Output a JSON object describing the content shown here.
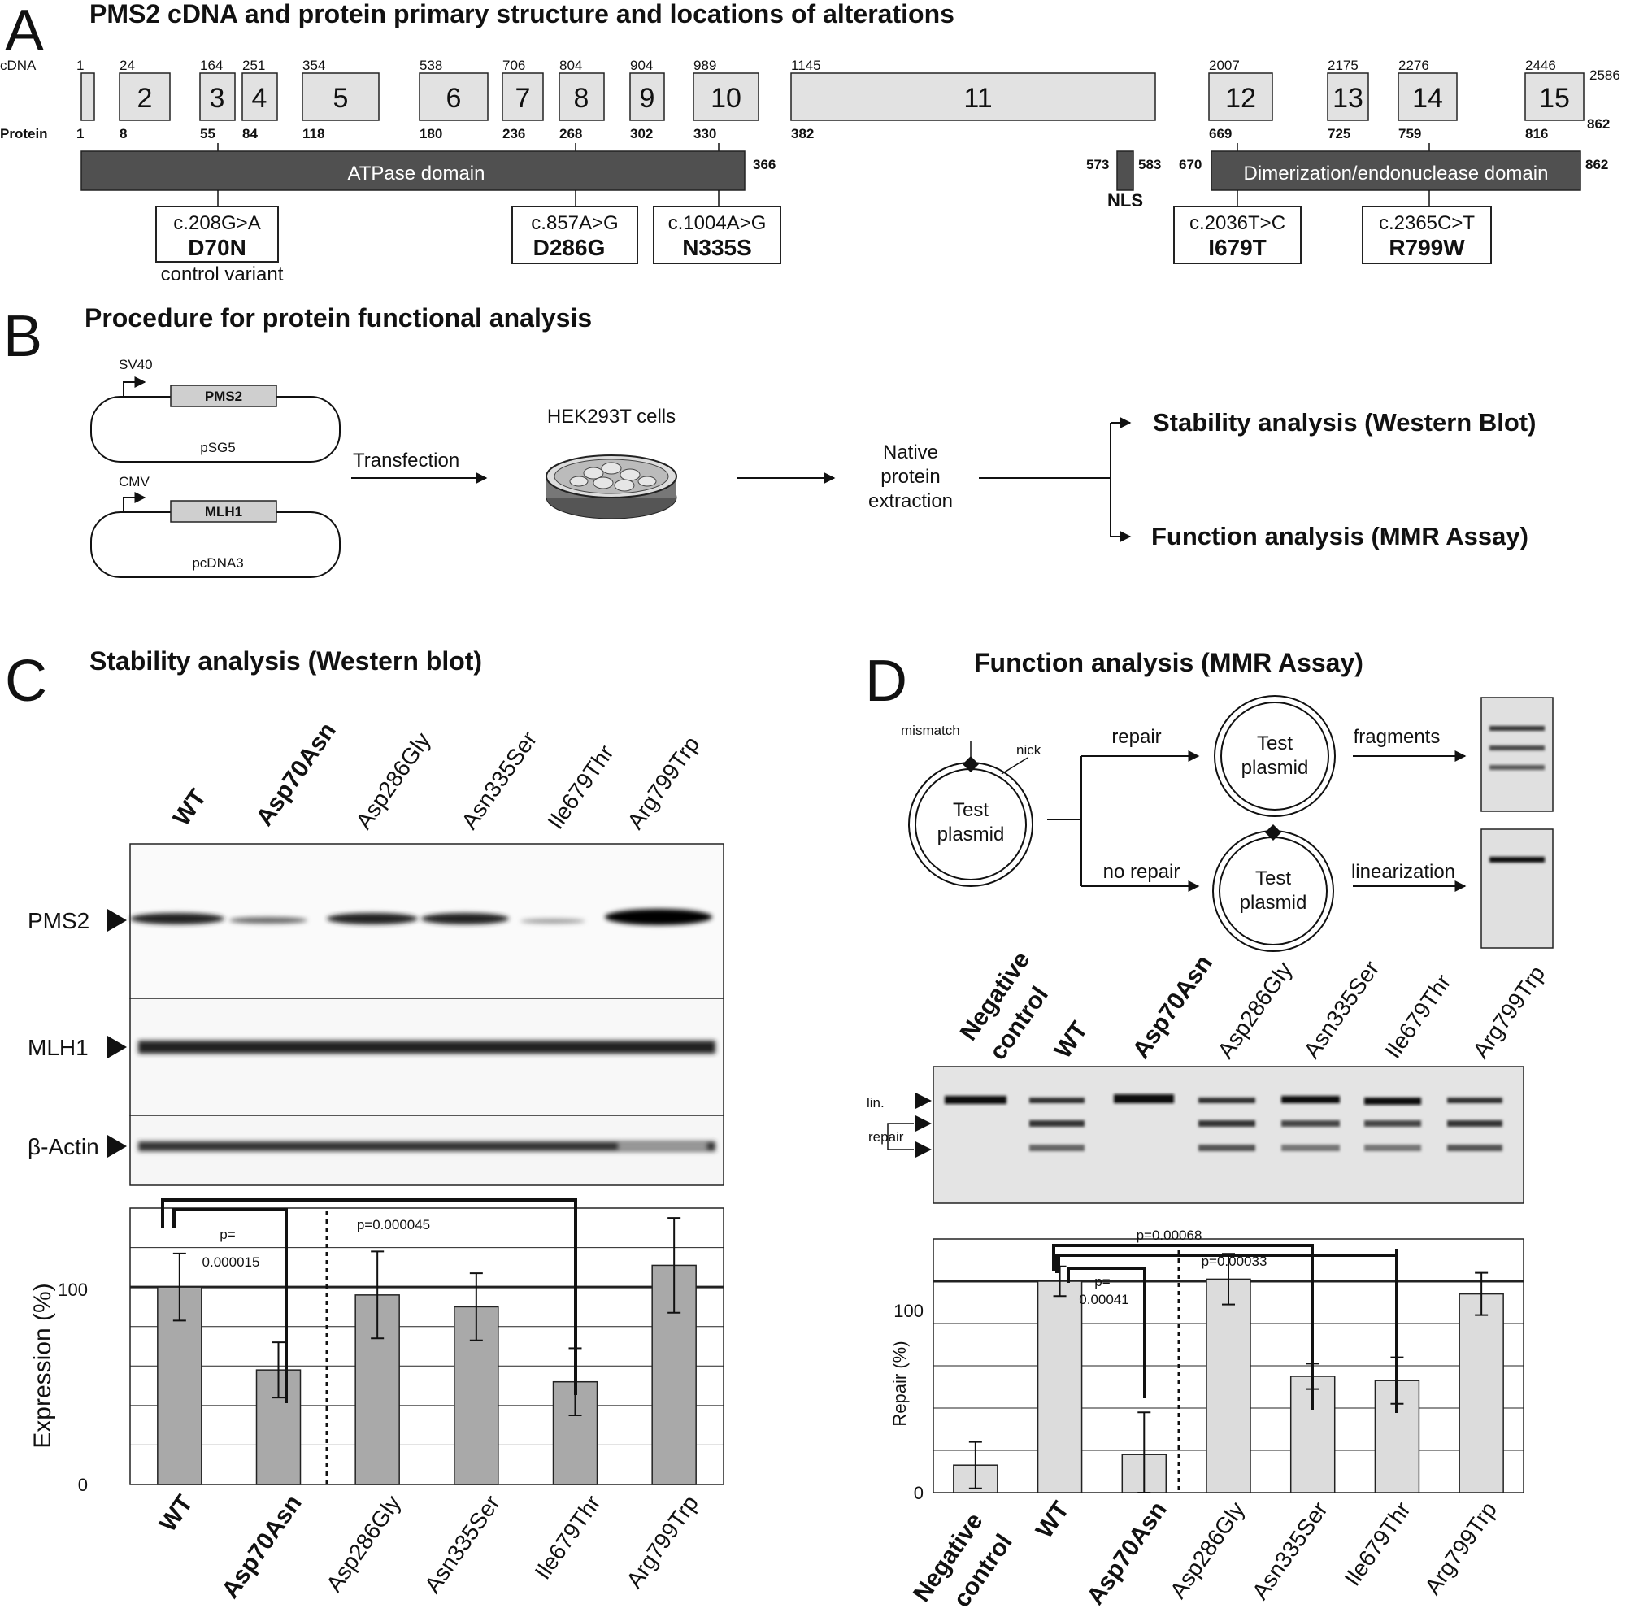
{
  "panelA": {
    "letter": "A",
    "title": "PMS2 cDNA and protein primary structure and locations of alterations",
    "row_cdna": "cDNA",
    "row_protein": "Protein",
    "exons": [
      {
        "label": "",
        "cdna": "1",
        "prot": "1"
      },
      {
        "label": "2",
        "cdna": "24",
        "prot": "8"
      },
      {
        "label": "3",
        "cdna": "164",
        "prot": "55"
      },
      {
        "label": "4",
        "cdna": "251",
        "prot": "84"
      },
      {
        "label": "5",
        "cdna": "354",
        "prot": "118"
      },
      {
        "label": "6",
        "cdna": "538",
        "prot": "180"
      },
      {
        "label": "7",
        "cdna": "706",
        "prot": "236"
      },
      {
        "label": "8",
        "cdna": "804",
        "prot": "268"
      },
      {
        "label": "9",
        "cdna": "904",
        "prot": "302"
      },
      {
        "label": "10",
        "cdna": "989",
        "prot": "330"
      },
      {
        "label": "11",
        "cdna": "1145",
        "prot": "382"
      },
      {
        "label": "12",
        "cdna": "2007",
        "prot": "669"
      },
      {
        "label": "13",
        "cdna": "2175",
        "prot": "725"
      },
      {
        "label": "14",
        "cdna": "2276",
        "prot": "759"
      },
      {
        "label": "15",
        "cdna": "2446",
        "prot": "816"
      }
    ],
    "cdna_end": "2586",
    "prot_end": "862",
    "atpase": {
      "label": "ATPase domain",
      "end": "366"
    },
    "nls": {
      "label": "NLS",
      "start": "573",
      "end": "583"
    },
    "dimer": {
      "label": "Dimerization/endonuclease domain",
      "start": "670",
      "end": "862"
    },
    "variants": [
      {
        "cdna": "c.208G>A",
        "prot": "D70N",
        "note": "control variant"
      },
      {
        "cdna": "c.857A>G",
        "prot": "D286G"
      },
      {
        "cdna": "c.1004A>G",
        "prot": "N335S"
      },
      {
        "cdna": "c.2036T>C",
        "prot": "I679T"
      },
      {
        "cdna": "c.2365C>T",
        "prot": "R799W"
      }
    ]
  },
  "panelB": {
    "letter": "B",
    "title": "Procedure for protein functional analysis",
    "plasmid1": {
      "promoter": "SV40",
      "gene": "PMS2",
      "name": "pSG5"
    },
    "plasmid2": {
      "promoter": "CMV",
      "gene": "MLH1",
      "name": "pcDNA3"
    },
    "transfection": "Transfection",
    "cells": "HEK293T cells",
    "extraction": [
      "Native",
      "protein",
      "extraction"
    ],
    "out1": "Stability analysis (Western Blot)",
    "out2": "Function analysis (MMR Assay)"
  },
  "panelC": {
    "letter": "C",
    "title": "Stability analysis (Western blot)",
    "blot_labels": [
      "PMS2",
      "MLH1",
      "β-Actin"
    ],
    "lanes": [
      "WT",
      "Asp70Asn",
      "Asp286Gly",
      "Asn335Ser",
      "Ile679Thr",
      "Arg799Trp"
    ],
    "p1_a": "p=",
    "p1_b": "0.000015",
    "p2": "p=0.000045"
  },
  "panelD": {
    "letter": "D",
    "title": "Function analysis (MMR Assay)",
    "mismatch": "mismatch",
    "nick": "nick",
    "test_plasmid": [
      "Test",
      "plasmid"
    ],
    "repair": "repair",
    "no_repair": "no repair",
    "fragments": "fragments",
    "linearization": "linearization",
    "lanes": [
      "Negative control",
      "WT",
      "Asp70Asn",
      "Asp286Gly",
      "Asn335Ser",
      "Ile679Thr",
      "Arg799Trp"
    ],
    "neg_line1": "Negative",
    "neg_line2": "control",
    "gel_lin": "lin.",
    "gel_repair": "repair",
    "p_a": "p=0.00068",
    "p_b": "p=0.00033",
    "p_c1": "p=",
    "p_c2": "0.00041"
  },
  "chart_data": [
    {
      "type": "bar",
      "ylabel": "Expression (%)",
      "categories": [
        "WT",
        "Asp70Asn",
        "Asp286Gly",
        "Asn335Ser",
        "Ile679Thr",
        "Arg799Trp"
      ],
      "values": [
        100,
        58,
        96,
        90,
        52,
        111
      ],
      "errors": [
        17,
        14,
        22,
        17,
        17,
        24
      ],
      "ylim": [
        0,
        140
      ],
      "yticks": [
        0,
        100
      ]
    },
    {
      "type": "bar",
      "ylabel": "Repair (%)",
      "categories": [
        "Negative control",
        "WT",
        "Asp70Asn",
        "Asp286Gly",
        "Asn335Ser",
        "Ile679Thr",
        "Arg799Trp"
      ],
      "values": [
        13,
        100,
        18,
        101,
        55,
        53,
        94
      ],
      "errors": [
        11,
        7,
        20,
        12,
        6,
        11,
        10
      ],
      "ylim": [
        0,
        120
      ],
      "yticks": [
        0,
        100
      ]
    }
  ]
}
